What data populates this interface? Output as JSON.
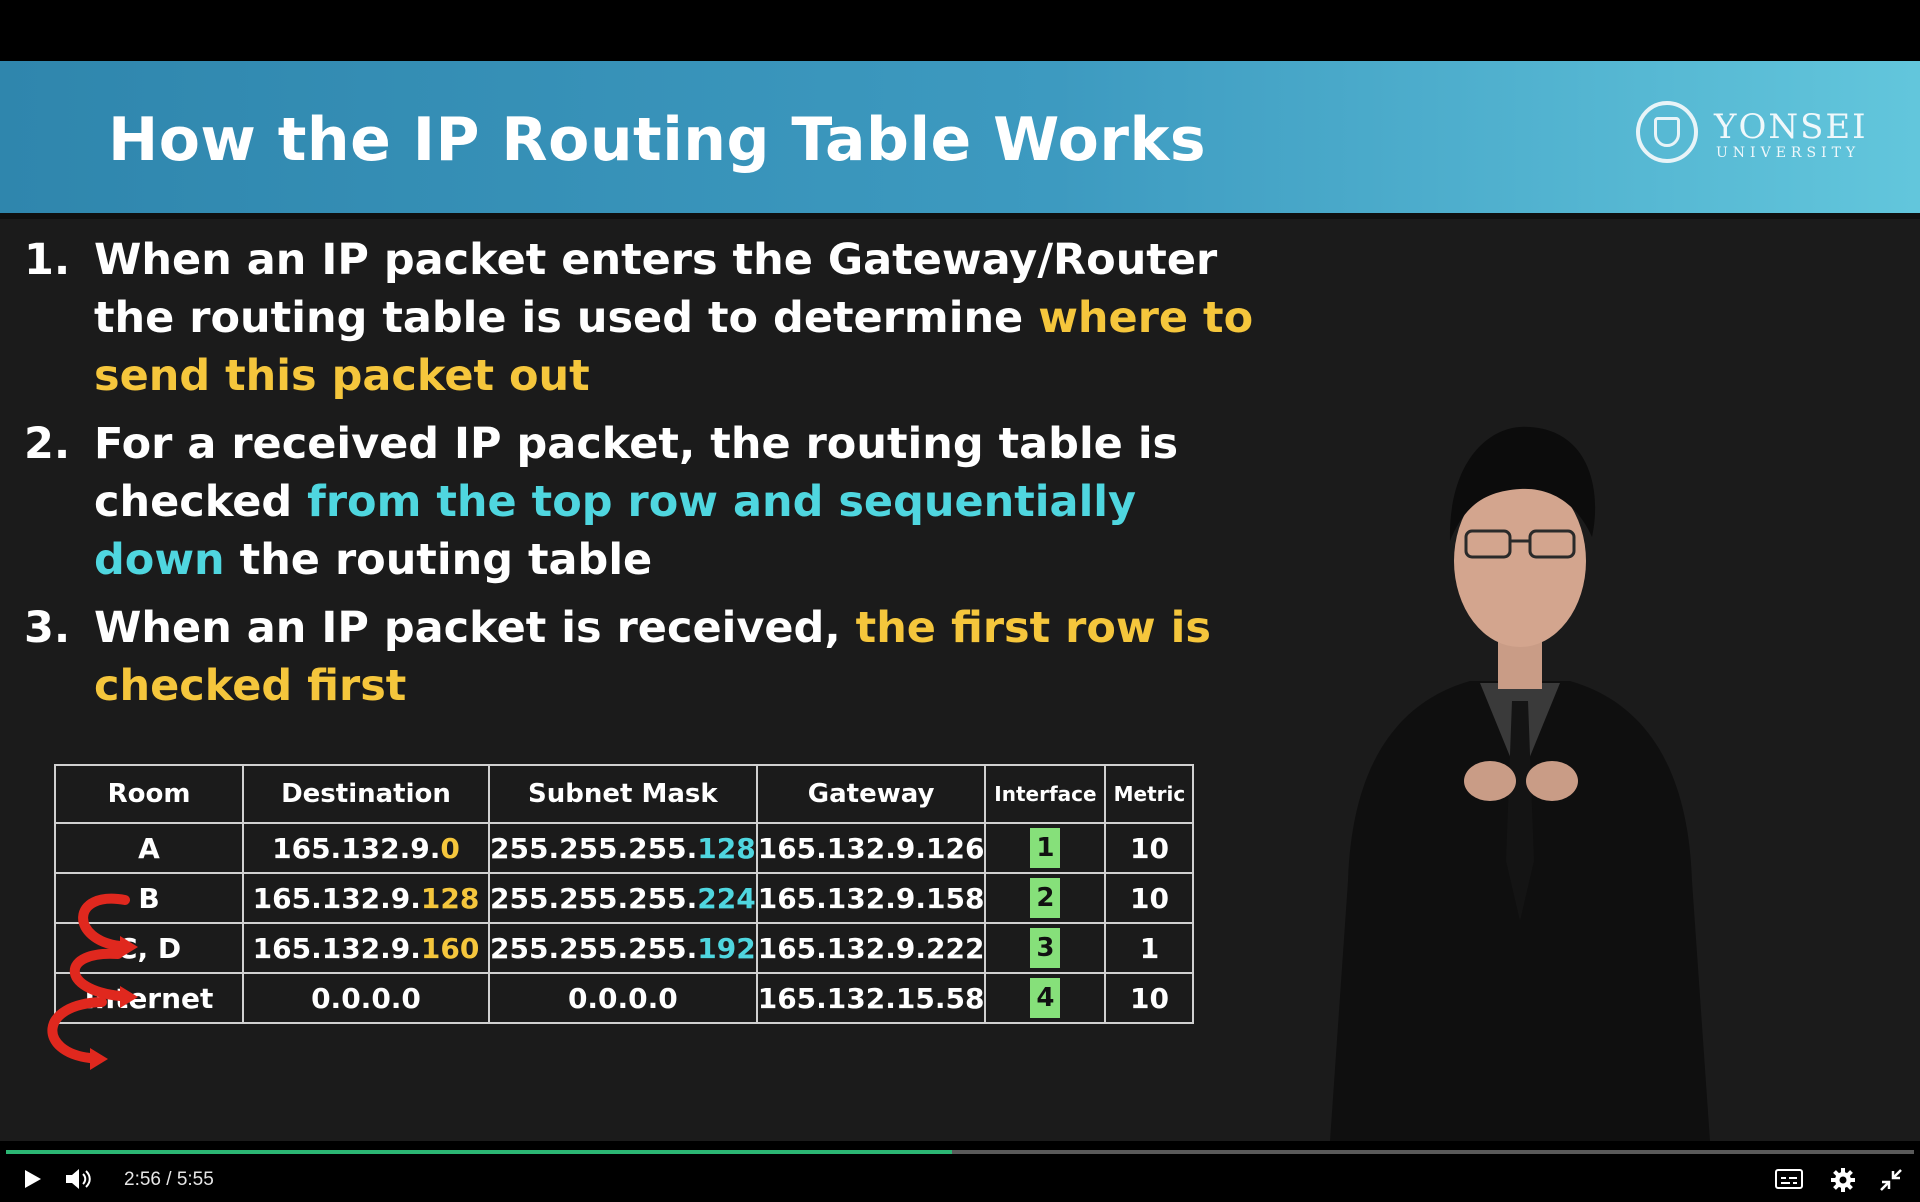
{
  "slide": {
    "title": "How the IP Routing Table Works",
    "logo": {
      "name": "YONSEI",
      "subtitle": "UNIVERSITY"
    },
    "points": [
      {
        "number": "1.",
        "segments": [
          {
            "text": "When an IP packet enters the Gateway/Router the routing table is used to determine ",
            "color": "#ffffff"
          },
          {
            "text": "where to send this packet out",
            "color": "#f5c63c"
          }
        ]
      },
      {
        "number": "2.",
        "segments": [
          {
            "text": "For a received IP packet, the routing table is checked ",
            "color": "#ffffff"
          },
          {
            "text": "from the top row and sequentially down",
            "color": "#4fd6df"
          },
          {
            "text": " the routing table",
            "color": "#ffffff"
          }
        ]
      },
      {
        "number": "3.",
        "segments": [
          {
            "text": "When an IP packet is received, ",
            "color": "#ffffff"
          },
          {
            "text": "the first row is checked first",
            "color": "#f5c63c"
          }
        ]
      }
    ],
    "table": {
      "headers": [
        "Room",
        "Destination",
        "Subnet Mask",
        "Gateway",
        "Interface",
        "Metric"
      ],
      "rows": [
        {
          "room": "A",
          "dest_base": "165.132.9.",
          "dest_tail": "0",
          "mask_base": "255.255.255.",
          "mask_tail": "128",
          "gateway": "165.132.9.126",
          "interface": "1",
          "metric": "10"
        },
        {
          "room": "B",
          "dest_base": "165.132.9.",
          "dest_tail": "128",
          "mask_base": "255.255.255.",
          "mask_tail": "224",
          "gateway": "165.132.9.158",
          "interface": "2",
          "metric": "10"
        },
        {
          "room": "C, D",
          "dest_base": "165.132.9.",
          "dest_tail": "160",
          "mask_base": "255.255.255.",
          "mask_tail": "192",
          "gateway": "165.132.9.222",
          "interface": "3",
          "metric": "1"
        },
        {
          "room": "Internet",
          "dest_base": "0.0.0.0",
          "dest_tail": "",
          "mask_base": "0.0.0.0",
          "mask_tail": "",
          "gateway": "165.132.15.58",
          "interface": "4",
          "metric": "10"
        }
      ]
    }
  },
  "player": {
    "current_time": "2:56",
    "separator": "/",
    "duration": "5:55",
    "progress_fraction": 0.496,
    "icons": {
      "play": "play-icon",
      "volume": "volume-icon",
      "captions": "captions-icon",
      "settings": "gear-icon",
      "exit_fullscreen": "exit-fullscreen-icon"
    }
  },
  "colors": {
    "banner_start": "#2f86ad",
    "banner_end": "#62c6dc",
    "highlight_yellow": "#f5c63c",
    "highlight_cyan": "#4fd6df",
    "interface_box": "#86e07a",
    "progress": "#2bb673",
    "arrow_red": "#e0281e"
  }
}
